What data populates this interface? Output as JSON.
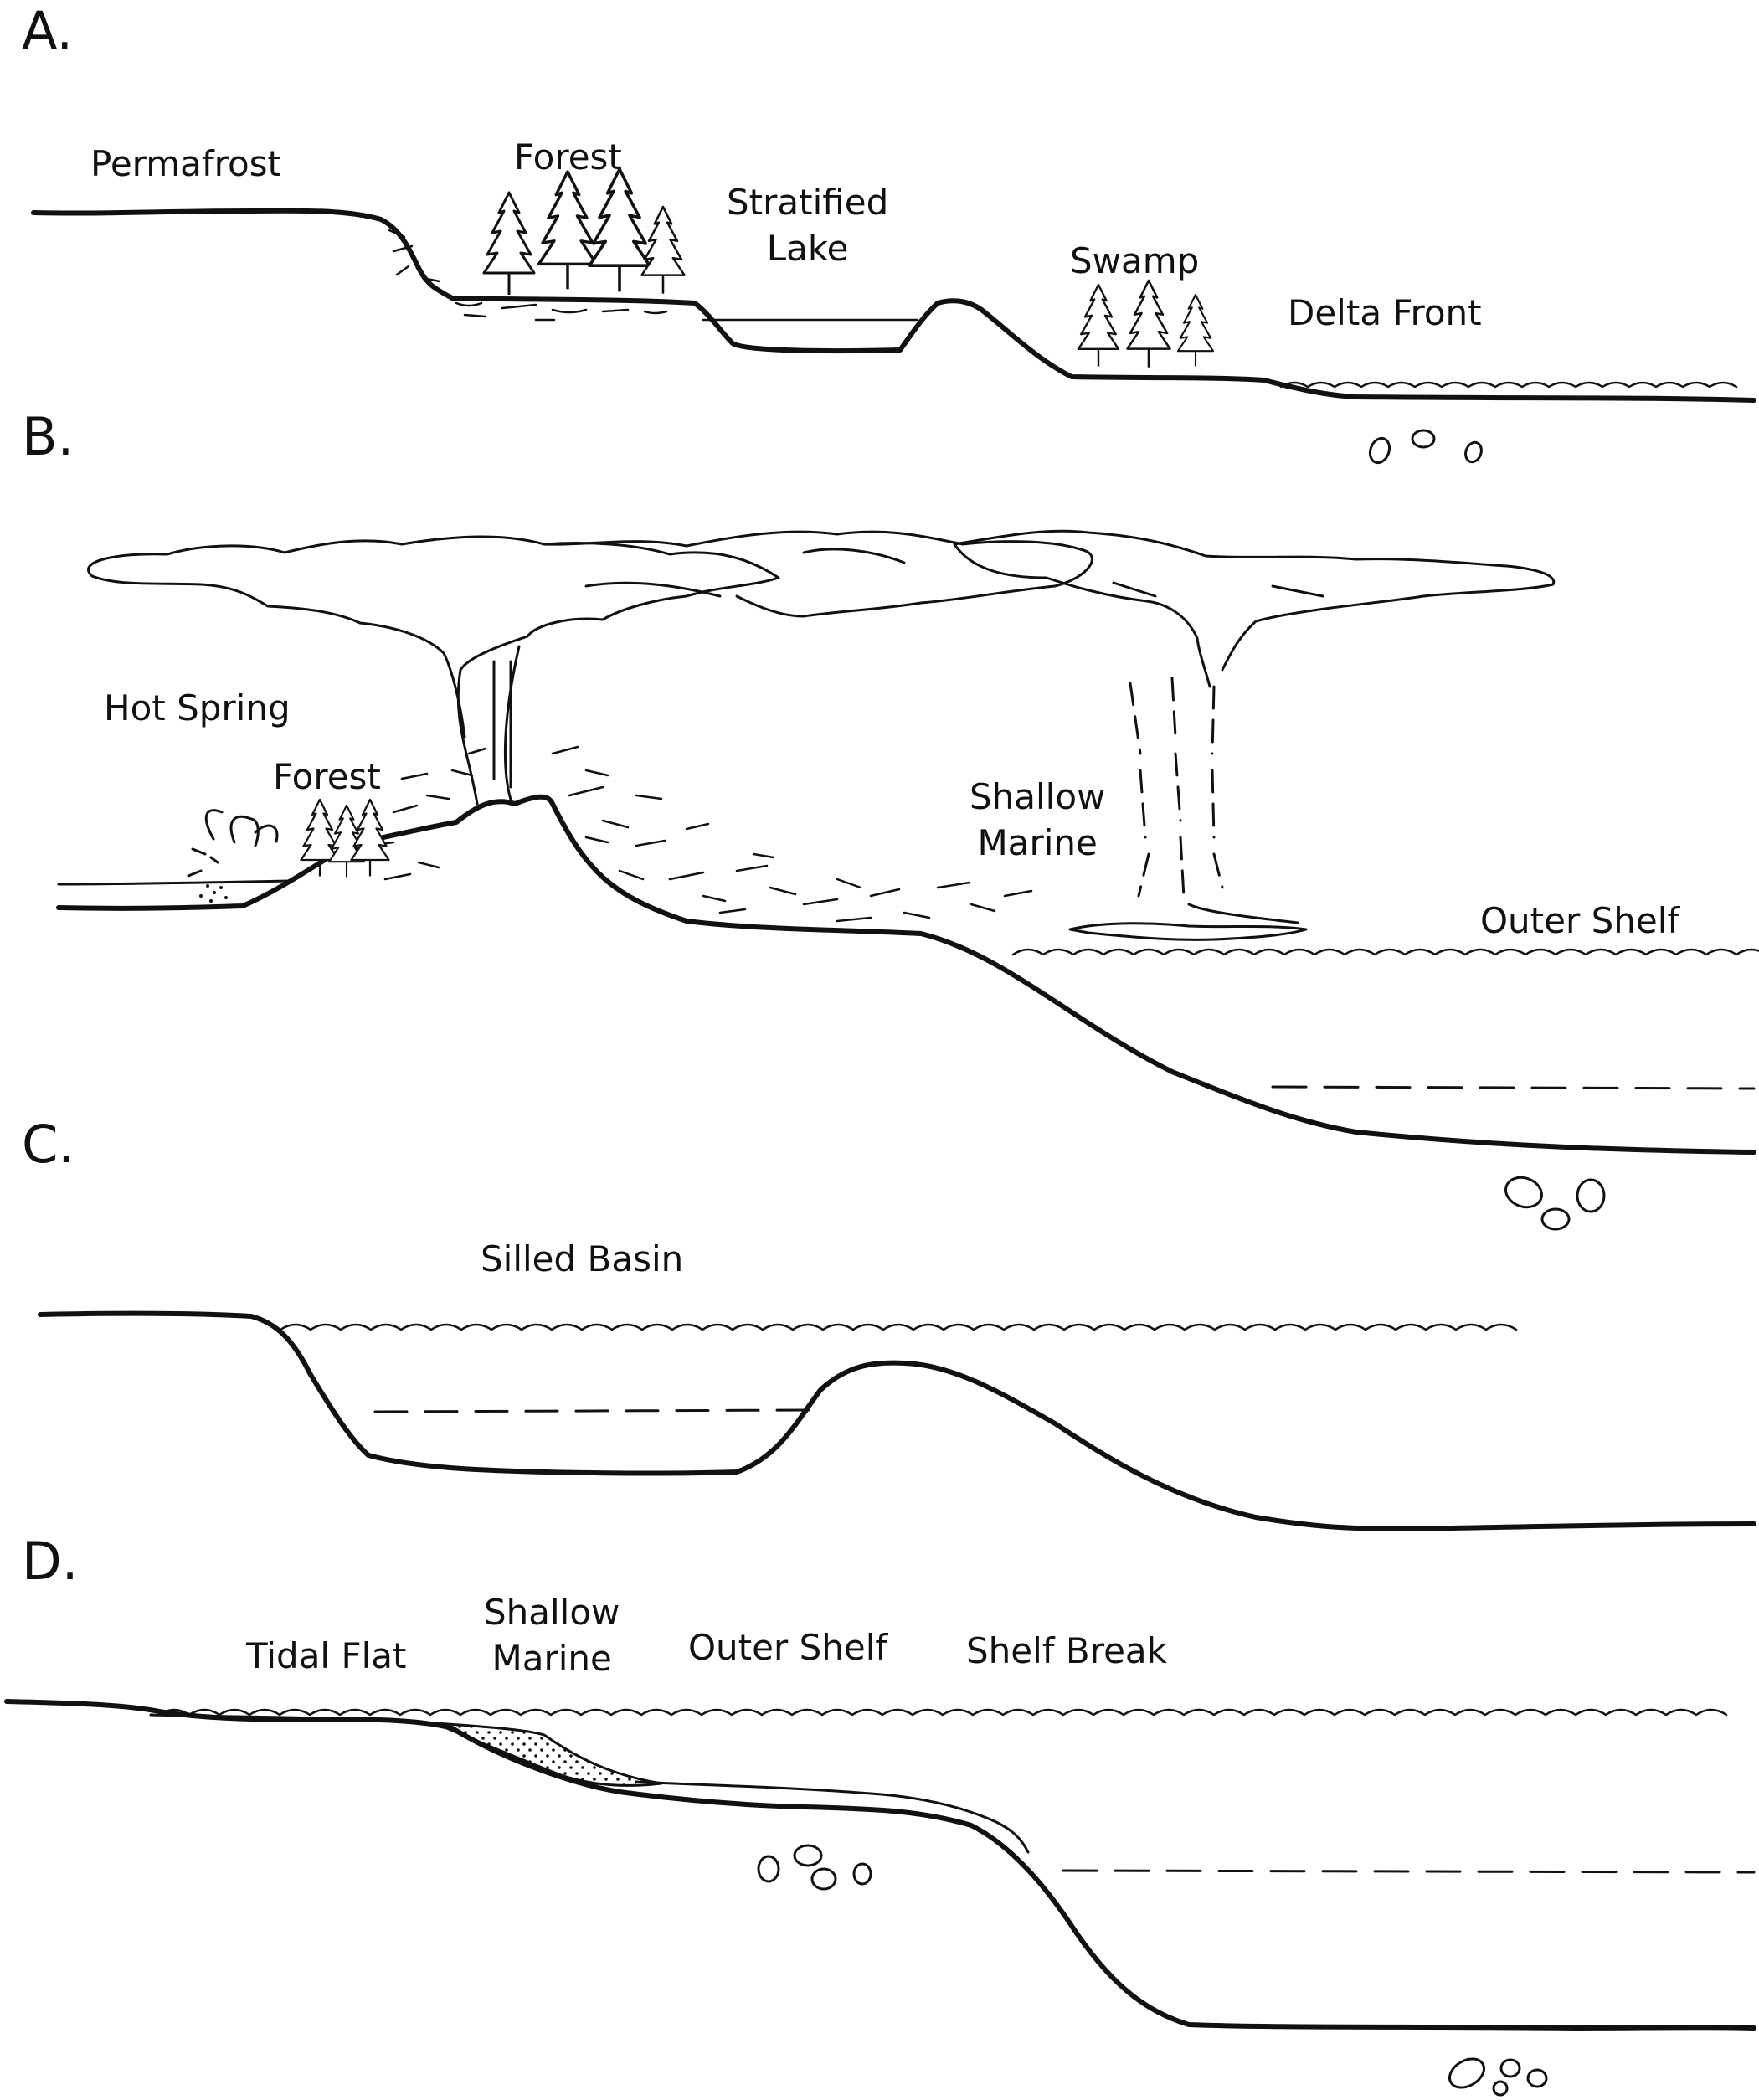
{
  "panels": {
    "a": {
      "letter": "A.",
      "labels": {
        "permafrost": "Permafrost",
        "forest": "Forest",
        "stratified_lake": "Stratified\nLake",
        "swamp": "Swamp",
        "delta_front": "Delta Front"
      }
    },
    "b": {
      "letter": "B.",
      "labels": {
        "hot_spring": "Hot Spring",
        "forest": "Forest",
        "shallow_marine": "Shallow\nMarine",
        "outer_shelf": "Outer Shelf"
      }
    },
    "c": {
      "letter": "C.",
      "labels": {
        "silled_basin": "Silled Basin"
      }
    },
    "d": {
      "letter": "D.",
      "labels": {
        "tidal_flat": "Tidal Flat",
        "shallow_marine": "Shallow\nMarine",
        "outer_shelf": "Outer Shelf",
        "shelf_break": "Shelf Break"
      }
    }
  },
  "colors": {
    "ink": "#111111",
    "paper": "#ffffff"
  }
}
